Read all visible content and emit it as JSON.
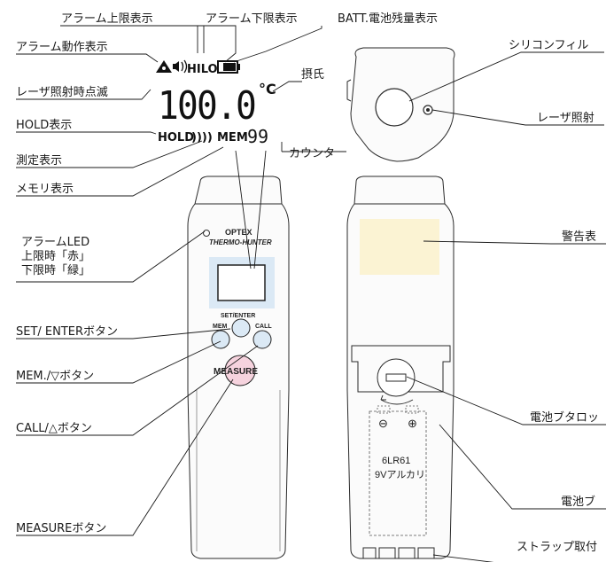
{
  "labels": {
    "alarm_upper": "アラーム上限表示",
    "alarm_lower": "アラーム下限表示",
    "batt": "BATT.電池残量表示",
    "alarm_action": "アラーム動作表示",
    "laser_blink": "レーザ照射時点滅",
    "celsius": "摂氏",
    "hold": "HOLD表示",
    "counter": "カウンタ",
    "measuring": "測定表示",
    "memory": "メモリ表示",
    "alarm_led_1": "アラームLED",
    "alarm_led_2": "上限時「赤」",
    "alarm_led_3": "下限時「緑」",
    "set_enter_btn": "SET/ ENTERボタン",
    "mem_btn": "MEM./▽ボタン",
    "call_btn": "CALL/△ボタン",
    "measure_btn": "MEASUREボタン",
    "silicone_filter": "シリコンフィル",
    "laser_emit": "レーザ照射",
    "warning": "警告表",
    "battery_lock": "電池ブタロッ",
    "battery_cover": "電池ブ",
    "strap": "ストラップ取付"
  },
  "lcd": {
    "hilo": "HILO",
    "temp": "100.0",
    "unit": "°C",
    "hold": "HOLD",
    "waves": "))))",
    "mem": "MEM",
    "count": "99"
  },
  "device": {
    "brand": "OPTEX",
    "model": "THERMO-HUNTER",
    "set_enter": "SET/ENTER",
    "mem": "MEM",
    "call": "CALL",
    "measure": "MEASURE",
    "battery_type": "6LR61",
    "battery_desc": "9Vアルカリ",
    "minus": "⊖",
    "plus": "⊕"
  }
}
